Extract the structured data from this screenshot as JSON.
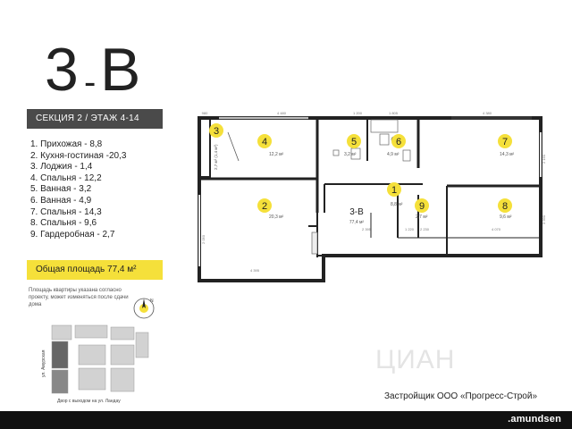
{
  "header": {
    "apartment_code": "3-В",
    "code_left": "3",
    "code_dash": "-",
    "code_right": "В",
    "section_floor": "СЕКЦИЯ 2 / ЭТАЖ 4-14"
  },
  "rooms": [
    "1. Прихожая - 8,8",
    "2. Кухня-гостиная -20,3",
    "3. Лоджия - 1,4",
    "4. Спальня - 12,2",
    "5. Ванная - 3,2",
    "6. Ванная - 4,9",
    "7. Спальня - 14,3",
    "8. Спальня - 9,6",
    "9. Гардеробная - 2,7"
  ],
  "total_area": "Общая площадь 77,4 м²",
  "disclaimer": "Площадь квартиры указана согласно проекту, может изменяться после сдачи дома",
  "plan": {
    "markers": [
      {
        "num": "1",
        "area": "8,8 м²"
      },
      {
        "num": "2",
        "area": "20,3 м²"
      },
      {
        "num": "3",
        "area": "2,7 м² (1,4 м²)"
      },
      {
        "num": "4",
        "area": "12,2 м²"
      },
      {
        "num": "5",
        "area": "3,2 м²"
      },
      {
        "num": "6",
        "area": "4,9 м²"
      },
      {
        "num": "7",
        "area": "14,3 м²"
      },
      {
        "num": "8",
        "area": "9,6 м²"
      },
      {
        "num": "9",
        "area": "2,7 м²"
      }
    ],
    "center_code": "3-В",
    "center_area": "77,4 м²",
    "dims": {
      "d1": "980",
      "d2": "4 480",
      "d3": "1 200",
      "d4": "1 805",
      "d5": "4 380",
      "d6": "1 220",
      "d7": "2 395",
      "d8": "2 230",
      "d9": "4 070",
      "d10": "4 395",
      "d11": "2 160",
      "d12": "3 390",
      "d13": "2 050"
    },
    "compass_label": "N"
  },
  "siteplan": {
    "street_left": "ул. Амурская",
    "bottom_label": "Двор с выходом на ул. Ландау"
  },
  "developer": "Застройщик ООО «Прогресс-Строй»",
  "brand": ".amundsen",
  "watermark": "ЦИАН",
  "colors": {
    "accent_yellow": "#f5e03a",
    "dark_bar": "#4a4a4a",
    "footer": "#111111"
  }
}
